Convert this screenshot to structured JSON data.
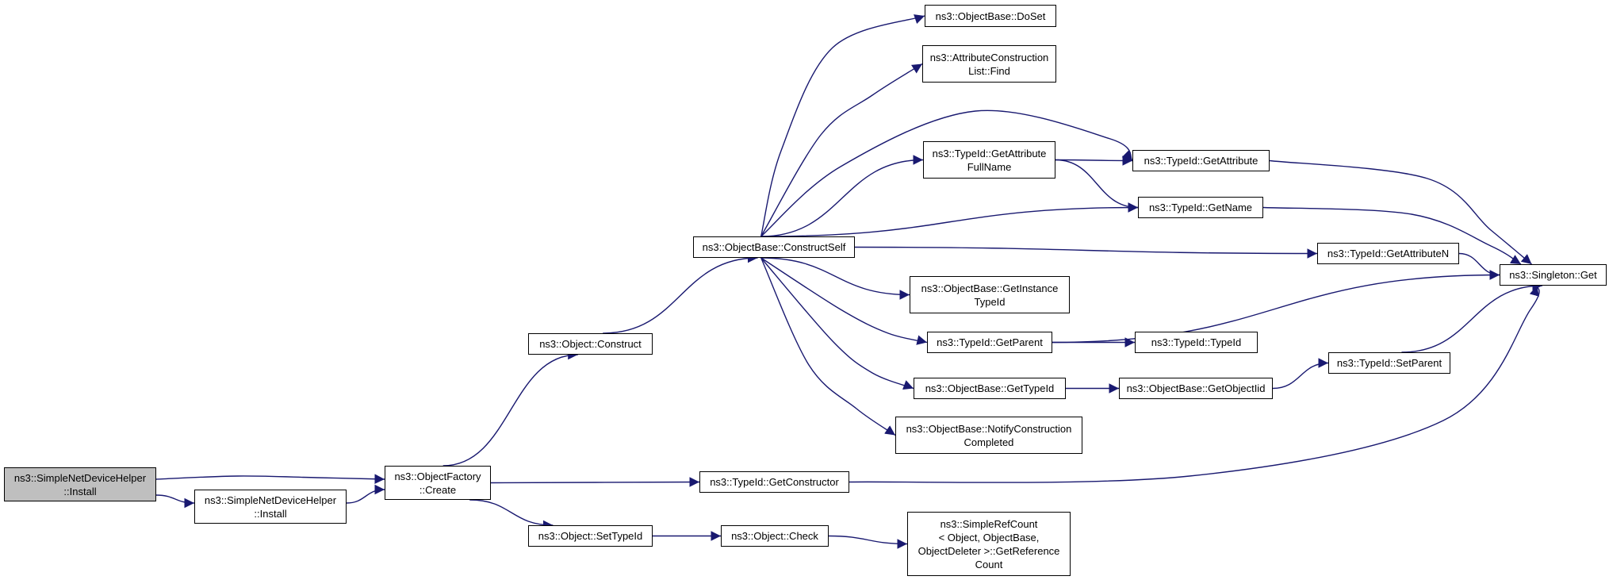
{
  "diagram": {
    "edge_color": "#191970",
    "nodes": [
      {
        "id": "sndh_install_root",
        "label": "ns3::SimpleNetDeviceHelper\n::Install",
        "root": true
      },
      {
        "id": "sndh_install",
        "label": "ns3::SimpleNetDeviceHelper\n::Install"
      },
      {
        "id": "of_create",
        "label": "ns3::ObjectFactory\n::Create"
      },
      {
        "id": "obj_construct",
        "label": "ns3::Object::Construct"
      },
      {
        "id": "obj_settypeid",
        "label": "ns3::Object::SetTypeId"
      },
      {
        "id": "ob_constructself",
        "label": "ns3::ObjectBase::ConstructSelf"
      },
      {
        "id": "tid_getconstructor",
        "label": "ns3::TypeId::GetConstructor"
      },
      {
        "id": "obj_check",
        "label": "ns3::Object::Check"
      },
      {
        "id": "ob_doset",
        "label": "ns3::ObjectBase::DoSet"
      },
      {
        "id": "acl_find",
        "label": "ns3::AttributeConstruction\nList::Find"
      },
      {
        "id": "tid_getattrfullname",
        "label": "ns3::TypeId::GetAttribute\nFullName"
      },
      {
        "id": "ob_getinstancetypeid",
        "label": "ns3::ObjectBase::GetInstance\nTypeId"
      },
      {
        "id": "tid_getparent",
        "label": "ns3::TypeId::GetParent"
      },
      {
        "id": "ob_gettypeid",
        "label": "ns3::ObjectBase::GetTypeId"
      },
      {
        "id": "ob_notifyconstructioncompleted",
        "label": "ns3::ObjectBase::NotifyConstruction\nCompleted"
      },
      {
        "id": "src_getreferencecount",
        "label": "ns3::SimpleRefCount\n< Object, ObjectBase,\n ObjectDeleter >::GetReference\nCount"
      },
      {
        "id": "tid_getattribute",
        "label": "ns3::TypeId::GetAttribute"
      },
      {
        "id": "tid_getname",
        "label": "ns3::TypeId::GetName"
      },
      {
        "id": "tid_getattributen",
        "label": "ns3::TypeId::GetAttributeN"
      },
      {
        "id": "tid_typeid",
        "label": "ns3::TypeId::TypeId"
      },
      {
        "id": "ob_getobjectiid",
        "label": "ns3::ObjectBase::GetObjectIid"
      },
      {
        "id": "tid_setparent",
        "label": "ns3::TypeId::SetParent"
      },
      {
        "id": "singleton_get",
        "label": "ns3::Singleton::Get"
      }
    ],
    "edges": [
      [
        "sndh_install_root",
        "of_create"
      ],
      [
        "sndh_install_root",
        "sndh_install"
      ],
      [
        "sndh_install",
        "of_create"
      ],
      [
        "of_create",
        "obj_construct"
      ],
      [
        "of_create",
        "tid_getconstructor"
      ],
      [
        "of_create",
        "obj_settypeid"
      ],
      [
        "obj_construct",
        "ob_constructself"
      ],
      [
        "obj_settypeid",
        "obj_check"
      ],
      [
        "obj_check",
        "src_getreferencecount"
      ],
      [
        "tid_getconstructor",
        "singleton_get"
      ],
      [
        "ob_constructself",
        "ob_doset"
      ],
      [
        "ob_constructself",
        "acl_find"
      ],
      [
        "ob_constructself",
        "tid_getattribute"
      ],
      [
        "ob_constructself",
        "tid_getattrfullname"
      ],
      [
        "ob_constructself",
        "tid_getname"
      ],
      [
        "ob_constructself",
        "tid_getattributen"
      ],
      [
        "ob_constructself",
        "ob_getinstancetypeid"
      ],
      [
        "ob_constructself",
        "tid_getparent"
      ],
      [
        "ob_constructself",
        "ob_gettypeid"
      ],
      [
        "ob_constructself",
        "ob_notifyconstructioncompleted"
      ],
      [
        "tid_getattrfullname",
        "tid_getattribute"
      ],
      [
        "tid_getattrfullname",
        "tid_getname"
      ],
      [
        "tid_getattribute",
        "singleton_get"
      ],
      [
        "tid_getname",
        "singleton_get"
      ],
      [
        "tid_getattributen",
        "singleton_get"
      ],
      [
        "tid_getparent",
        "singleton_get"
      ],
      [
        "tid_getparent",
        "tid_typeid"
      ],
      [
        "ob_gettypeid",
        "ob_getobjectiid"
      ],
      [
        "ob_getobjectiid",
        "tid_setparent"
      ],
      [
        "tid_setparent",
        "singleton_get"
      ]
    ]
  }
}
